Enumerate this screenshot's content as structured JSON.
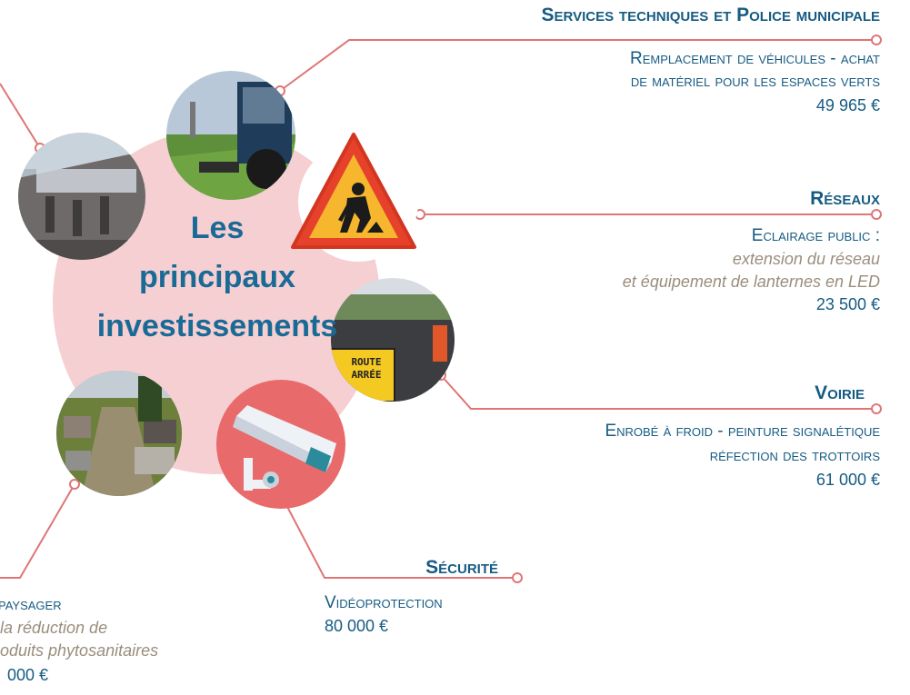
{
  "center": {
    "line1": "Les",
    "line2": "principaux",
    "line3": "investissements"
  },
  "colors": {
    "accent_line": "#e07575",
    "heading_blue": "#165b82",
    "title_blue": "#1a6a96",
    "italic_grey": "#9a8d7d",
    "disc_pink": "#f5cfd2"
  },
  "services": {
    "heading": "Services techniques et Police municipale",
    "line1": "Remplacement de véhicules - achat",
    "line2": "de matériel pour les espaces verts",
    "amount": "49 965 €"
  },
  "reseaux": {
    "heading": "Réseaux",
    "line1": "Eclairage public :",
    "line2": "extension du réseau",
    "line3": "et équipement de lanternes en LED",
    "amount": "23 500 €"
  },
  "voirie": {
    "heading": "Voirie",
    "line1": "Enrobé à froid - peinture signalétique",
    "line2": "réfection des trottoirs",
    "amount": "61 000 €"
  },
  "securite": {
    "heading": "Sécurité",
    "line1": "Vidéoprotection",
    "amount": "80 000 €"
  },
  "paysager": {
    "line1": "paysager",
    "line2": "la réduction de",
    "line3": "oduits phytosanitaires",
    "amount": "000 €"
  },
  "road_sign": {
    "line1": "ROUTE",
    "line2": "ARRÉE"
  }
}
